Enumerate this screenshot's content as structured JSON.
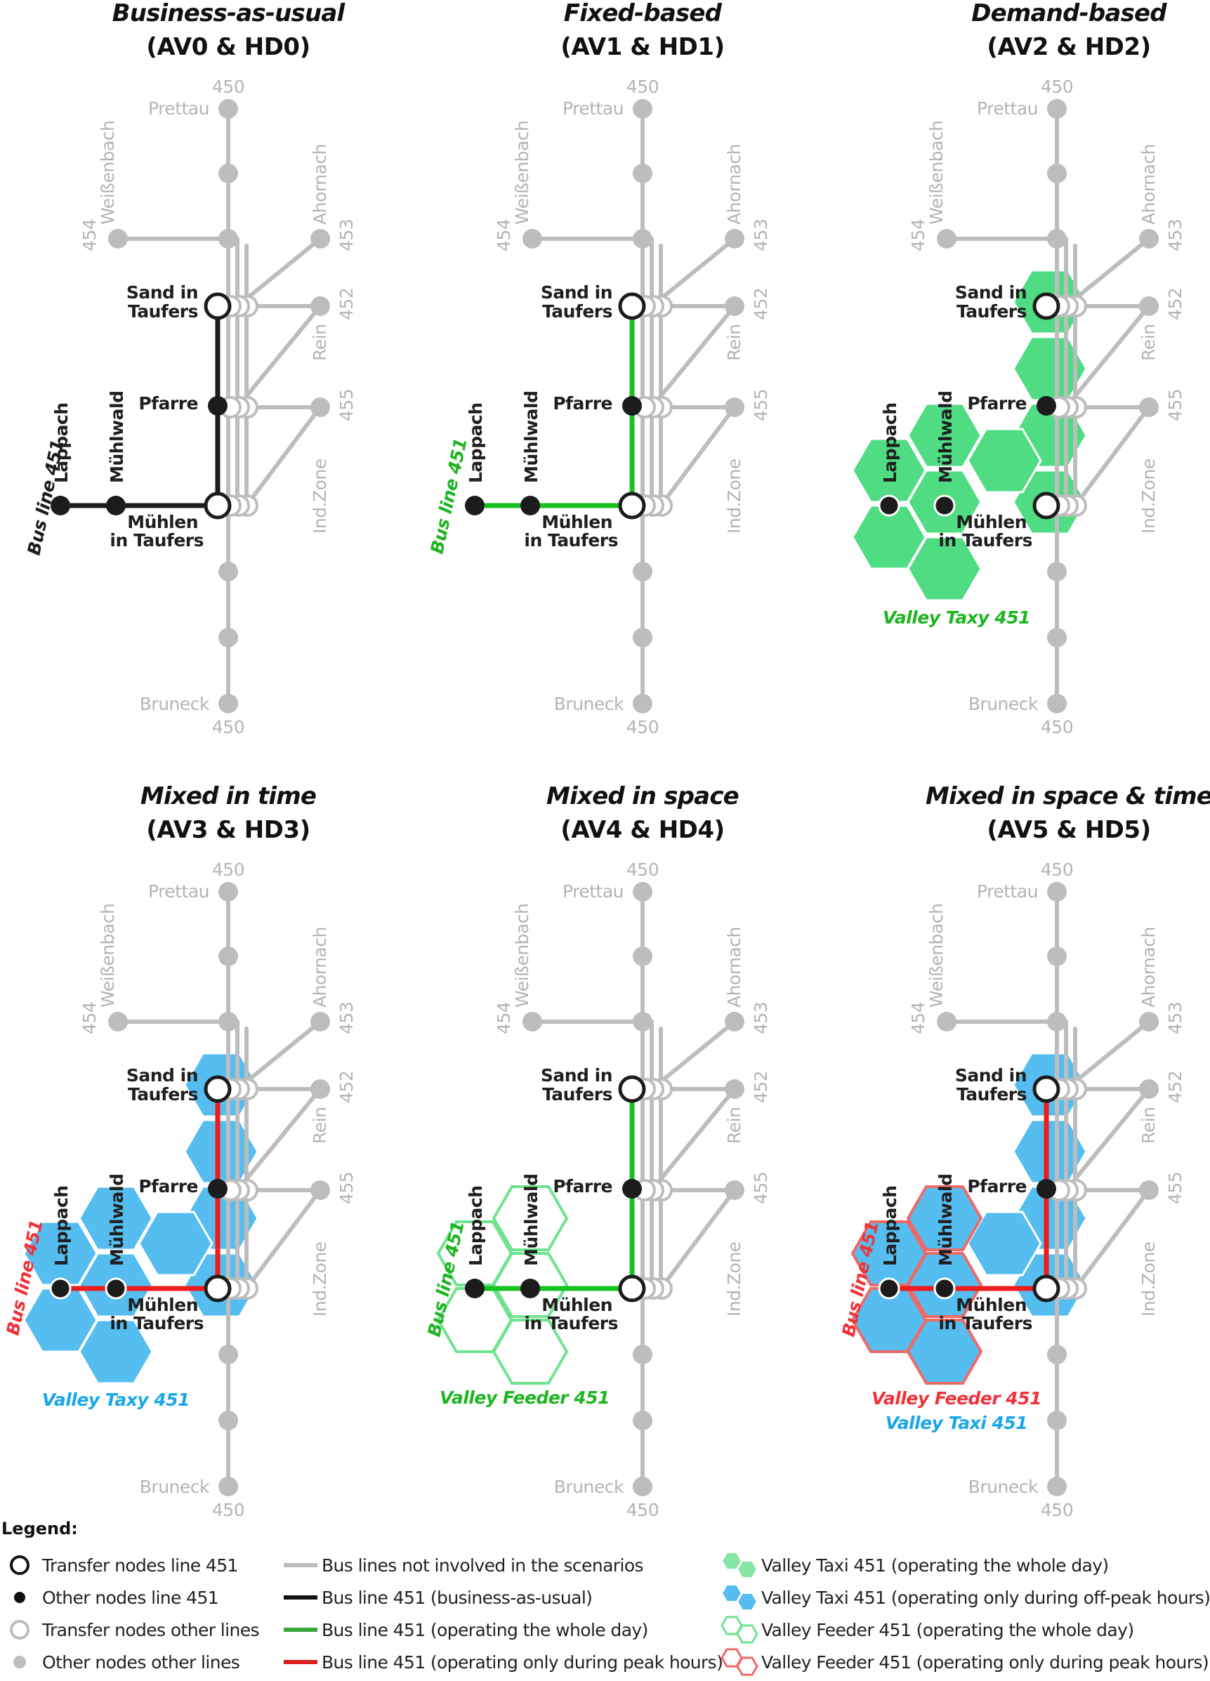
{
  "panels": [
    {
      "id": "p0",
      "title": "Business-as-usual",
      "code": "(AV0 & HD0)"
    },
    {
      "id": "p1",
      "title": "Fixed-based",
      "code": "(AV1 & HD1)"
    },
    {
      "id": "p2",
      "title": "Demand-based",
      "code": "(AV2 & HD2)"
    },
    {
      "id": "p3",
      "title": "Mixed in time",
      "code": "(AV3 & HD3)"
    },
    {
      "id": "p4",
      "title": "Mixed in space",
      "code": "(AV4 & HD4)"
    },
    {
      "id": "p5",
      "title": "Mixed in space & time",
      "code": "(AV5 & HD5)"
    }
  ],
  "map_labels": {
    "line_450": "450",
    "line_451_bus": "Bus line 451",
    "line_452": "452",
    "line_453": "453",
    "line_454": "454",
    "line_455": "455",
    "prettau": "Prettau",
    "bruneck": "Bruneck",
    "weissenbach": "Weißenbach",
    "ahornach": "Ahornach",
    "rein": "Rein",
    "ind_zone": "Ind.Zone",
    "sand_1": "Sand in",
    "sand_2": "Taufers",
    "pfarre": "Pfarre",
    "muhlen_1": "Mühlen",
    "muhlen_2": "in Taufers",
    "lappach": "Lappach",
    "muhlwald": "Mühlwald"
  },
  "service_labels": {
    "p2": [
      "Valley Taxy 451"
    ],
    "p3": [
      "Valley Taxy 451"
    ],
    "p4": [
      "Valley Feeder 451"
    ],
    "p5": [
      "Valley Feeder 451",
      "Valley Taxi 451"
    ]
  },
  "colors": {
    "black": "#1c1c1c",
    "grey": "#bdbdbd",
    "grey_text": "#b4b4b4",
    "green_line": "#17c21f",
    "red_line": "#ee1c1c",
    "green_hex": "#4fdc83",
    "blue_hex": "#55bdf0",
    "green_outline": "#6fe38f",
    "red_outline": "#ef6a66",
    "green_text": "#1db520",
    "blue_text": "#1aa6e8",
    "red_text": "#f0323a"
  },
  "legend": {
    "title": "Legend:",
    "items": [
      {
        "symbol": "transfer-node-451",
        "label": "Transfer nodes line 451"
      },
      {
        "symbol": "other-node-451",
        "label": "Other nodes line 451"
      },
      {
        "symbol": "transfer-node-other",
        "label": "Transfer nodes other lines"
      },
      {
        "symbol": "other-node-other",
        "label": "Other nodes other lines"
      },
      {
        "symbol": "grey-line",
        "label": "Bus lines not involved in the scenarios"
      },
      {
        "symbol": "black-line",
        "label": "Bus line 451 (business-as-usual)"
      },
      {
        "symbol": "green-line",
        "label": "Bus line 451 (operating the whole day)"
      },
      {
        "symbol": "red-line",
        "label": "Bus line 451 (operating only during peak hours)"
      },
      {
        "symbol": "green-hex-filled",
        "label": "Valley Taxi 451 (operating the whole day)"
      },
      {
        "symbol": "blue-hex-filled",
        "label": "Valley Taxi 451 (operating only during off-peak hours)"
      },
      {
        "symbol": "green-hex-outline",
        "label": "Valley Feeder 451 (operating the whole day)"
      },
      {
        "symbol": "red-hex-outline",
        "label": "Valley Feeder 451 (operating only during peak hours)"
      }
    ]
  }
}
